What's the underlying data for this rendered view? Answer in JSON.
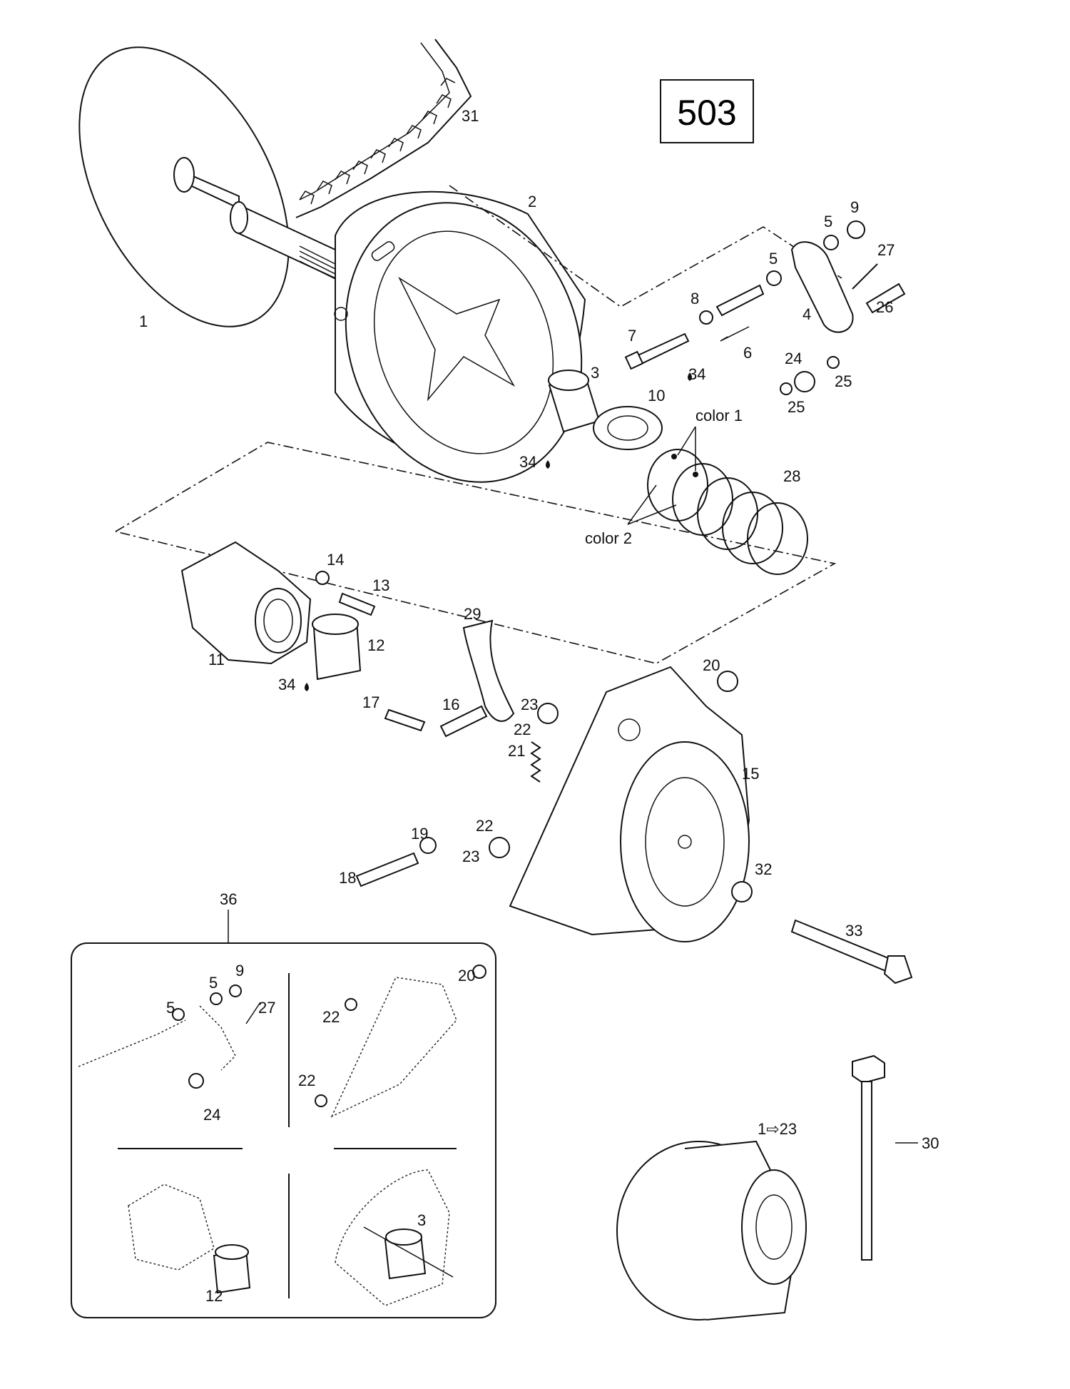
{
  "diagram_number": "503",
  "callouts": {
    "c1": "1",
    "c2": "2",
    "c3": "3",
    "c4": "4",
    "c5a": "5",
    "c5b": "5",
    "c6": "6",
    "c7": "7",
    "c8": "8",
    "c9": "9",
    "c10": "10",
    "c11": "11",
    "c12": "12",
    "c13": "13",
    "c14": "14",
    "c15": "15",
    "c16": "16",
    "c17": "17",
    "c18": "18",
    "c19": "19",
    "c20": "20",
    "c21": "21",
    "c22a": "22",
    "c22b": "22",
    "c23a": "23",
    "c23b": "23",
    "c24": "24",
    "c25a": "25",
    "c25b": "25",
    "c26": "26",
    "c27": "27",
    "c28": "28",
    "c29": "29",
    "c30": "30",
    "c31": "31",
    "c32": "32",
    "c33": "33",
    "c34a": "34",
    "c34b": "34",
    "c34c": "34",
    "c36": "36",
    "color1": "color 1",
    "color2": "color 2",
    "c1to23": "1⇨23"
  },
  "inset": {
    "c9": "9",
    "c5a": "5",
    "c5b": "5",
    "c27": "27",
    "c24": "24",
    "c20": "20",
    "c22a": "22",
    "c22b": "22",
    "c12": "12",
    "c3": "3"
  }
}
